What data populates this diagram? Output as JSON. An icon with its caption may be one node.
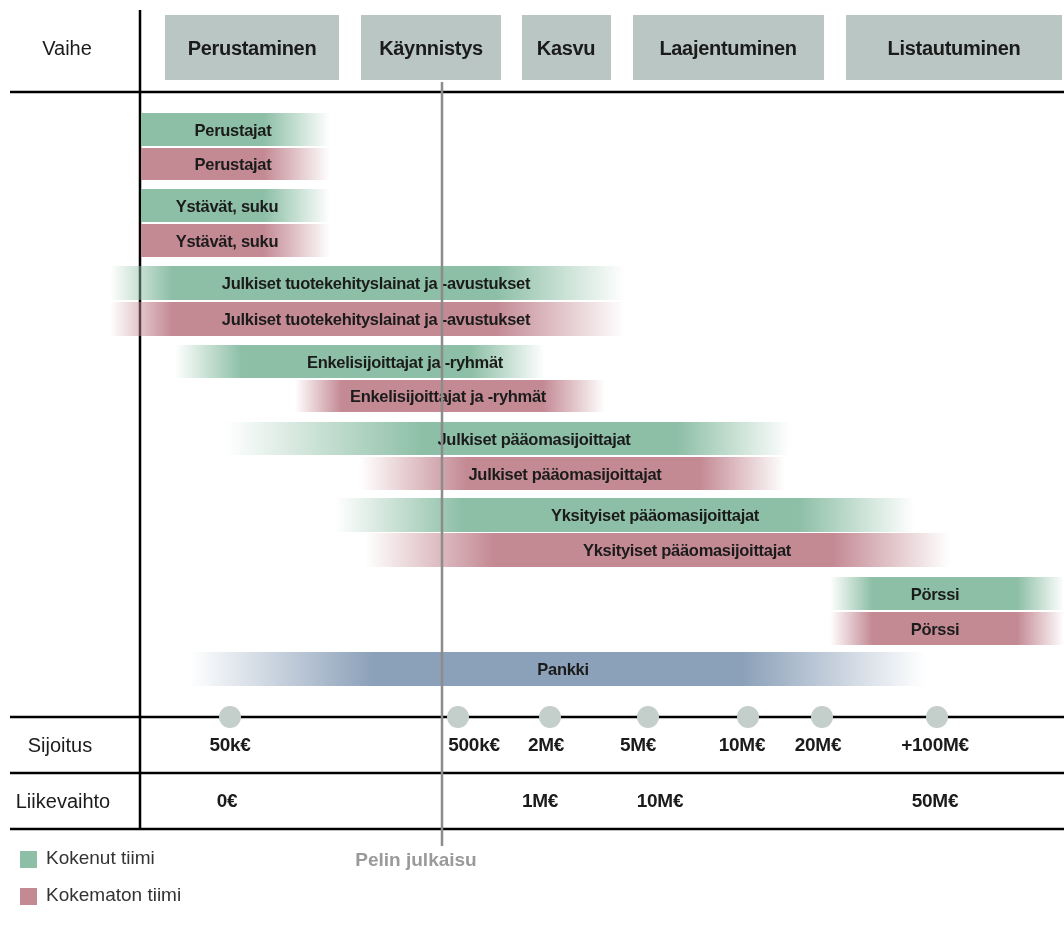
{
  "diagram": {
    "nodes": [
      {
        "text": [
          "Perustaminen"
        ]
      },
      {
        "text": [
          "Käynnistys"
        ]
      },
      {
        "text": [
          "Kasvu"
        ]
      },
      {
        "text": [
          "Laajentuminen"
        ]
      },
      {
        "text": [
          "Listautuminen"
        ]
      },
      {
        "text": [
          "Perustajat"
        ]
      },
      {
        "text": [
          "Perustajat"
        ]
      },
      {
        "text": [
          "Ystävät, suku"
        ]
      },
      {
        "text": [
          "Ystävät, suku"
        ]
      },
      {
        "text": [
          "Julkiset tuotekehityslainat ja -avustukset"
        ]
      },
      {
        "text": [
          "Julkiset tuotekehityslainat ja -avustukset"
        ]
      },
      {
        "text": [
          "Enkelisijoittajat ja -ryhmät"
        ]
      },
      {
        "text": [
          "Enkelisijoittajat ja -ryhmät"
        ]
      },
      {
        "text": [
          "Julkiset pääomasijoittajat"
        ]
      },
      {
        "text": [
          "Julkiset pääomasijoittajat"
        ]
      },
      {
        "text": [
          "Yksityiset pääomasijoittajat"
        ]
      },
      {
        "text": [
          "Yksityiset pääomasijoittajat"
        ]
      },
      {
        "text": [
          "Pörssi"
        ]
      },
      {
        "text": [
          "Pörssi"
        ]
      },
      {
        "text": [
          "Pankki"
        ]
      }
    ],
    "labels": [
      "Vaihe",
      "Sijoitus",
      "50k€",
      "500k€",
      "2M€",
      "5M€",
      "10M€",
      "20M€",
      "+100M€",
      "Liikevaihto",
      "0€",
      "1M€",
      "10M€",
      "50M€",
      "Pelin julkaisu"
    ],
    "legend": [
      {
        "text": "Kokenut tiimi",
        "color": "#8dbfa6"
      },
      {
        "text": "Kokematon tiimi",
        "color": "#c48a94"
      }
    ]
  }
}
